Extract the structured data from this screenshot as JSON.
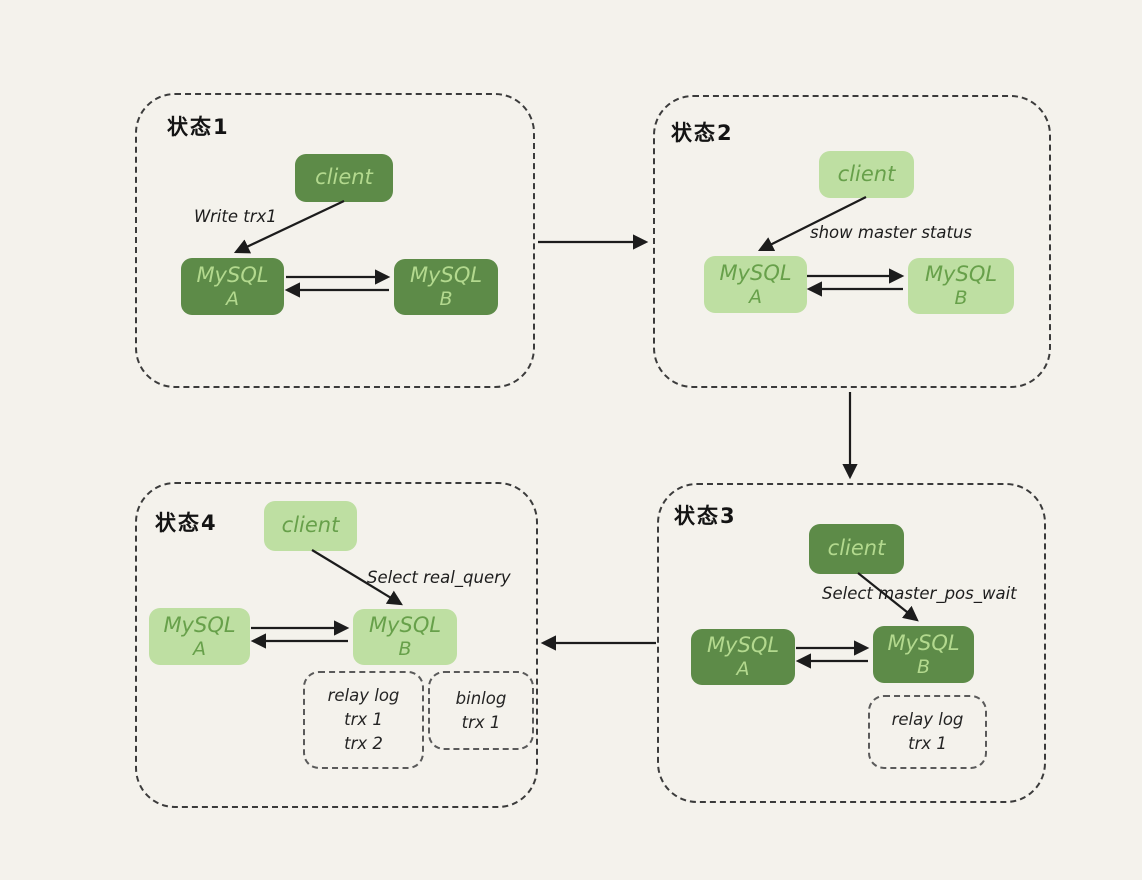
{
  "colors": {
    "canvas_background": "#f4f2ec",
    "node_dark_green": "#5d8b48",
    "node_dark_text": "#b3d98e",
    "node_light_green": "#bedfa2",
    "node_light_text": "#67a04a",
    "dashed_border": "#3b3b3b",
    "arrow_color": "#1c1c1c"
  },
  "states": [
    {
      "label": "状态1",
      "theme": "dark",
      "client_label": "client",
      "action_label": "Write trx1",
      "mysql_a": {
        "name": "MySQL",
        "id": "A"
      },
      "mysql_b": {
        "name": "MySQL",
        "id": "B"
      }
    },
    {
      "label": "状态2",
      "theme": "light",
      "client_label": "client",
      "action_label": "show master status",
      "mysql_a": {
        "name": "MySQL",
        "id": "A"
      },
      "mysql_b": {
        "name": "MySQL",
        "id": "B"
      }
    },
    {
      "label": "状态3",
      "theme": "dark",
      "client_label": "client",
      "action_label": "Select master_pos_wait",
      "mysql_a": {
        "name": "MySQL",
        "id": "A"
      },
      "mysql_b": {
        "name": "MySQL",
        "id": "B"
      },
      "logs": [
        {
          "title": "relay log",
          "entries": [
            "trx 1"
          ]
        }
      ]
    },
    {
      "label": "状态4",
      "theme": "light",
      "client_label": "client",
      "action_label": "Select real_query",
      "mysql_a": {
        "name": "MySQL",
        "id": "A"
      },
      "mysql_b": {
        "name": "MySQL",
        "id": "B"
      },
      "logs": [
        {
          "title": "relay log",
          "entries": [
            "trx 1",
            "trx 2"
          ]
        },
        {
          "title": "binlog",
          "entries": [
            "trx 1"
          ]
        }
      ]
    }
  ]
}
